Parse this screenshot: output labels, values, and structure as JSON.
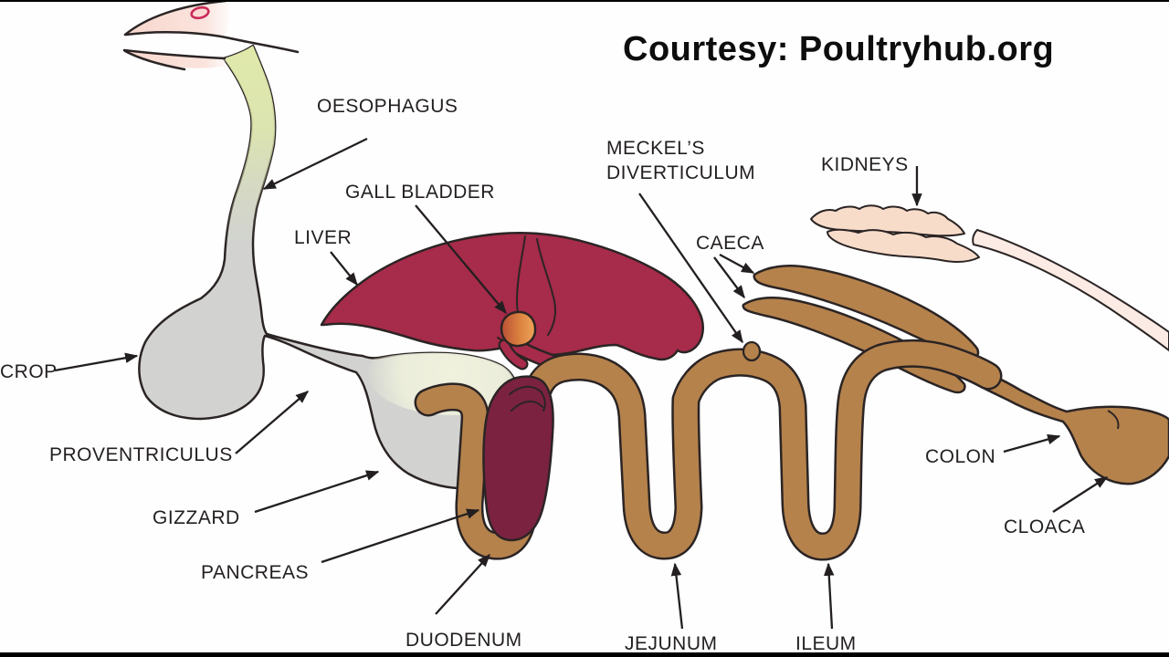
{
  "header": {
    "courtesy": "Courtesy: Poultryhub.org"
  },
  "labels": {
    "oesophagus": "OESOPHAGUS",
    "gall_bladder": "GALL BLADDER",
    "liver": "LIVER",
    "meckels_diverticulum": "MECKEL’S DIVERTICULUM",
    "kidneys": "KIDNEYS",
    "caeca": "CAECA",
    "crop": "CROP",
    "proventriculus": "PROVENTRICULUS",
    "gizzard": "GIZZARD",
    "pancreas": "PANCREAS",
    "duodenum": "DUODENUM",
    "jejunum": "JEJUNUM",
    "ileum": "ILEUM",
    "colon": "COLON",
    "cloaca": "CLOACA"
  },
  "colors": {
    "intestine": "#b5824c",
    "liver": "#a72b4a",
    "pancreas": "#7b2240",
    "organ_gray": "#d2d3d0",
    "oesophagus_green": "#dfe8ac",
    "gizzard_cream": "#eff1dd",
    "kidney_pink": "#f8dcca",
    "ureter_pink": "#fcebe4",
    "beak_pink": "#f8d7cd",
    "nostril_red": "#c9295a",
    "gall_bladder_dark": "#b94f35",
    "gall_bladder_light": "#f0a85a",
    "outline": "#2b2424",
    "label_text": "#231f20"
  }
}
